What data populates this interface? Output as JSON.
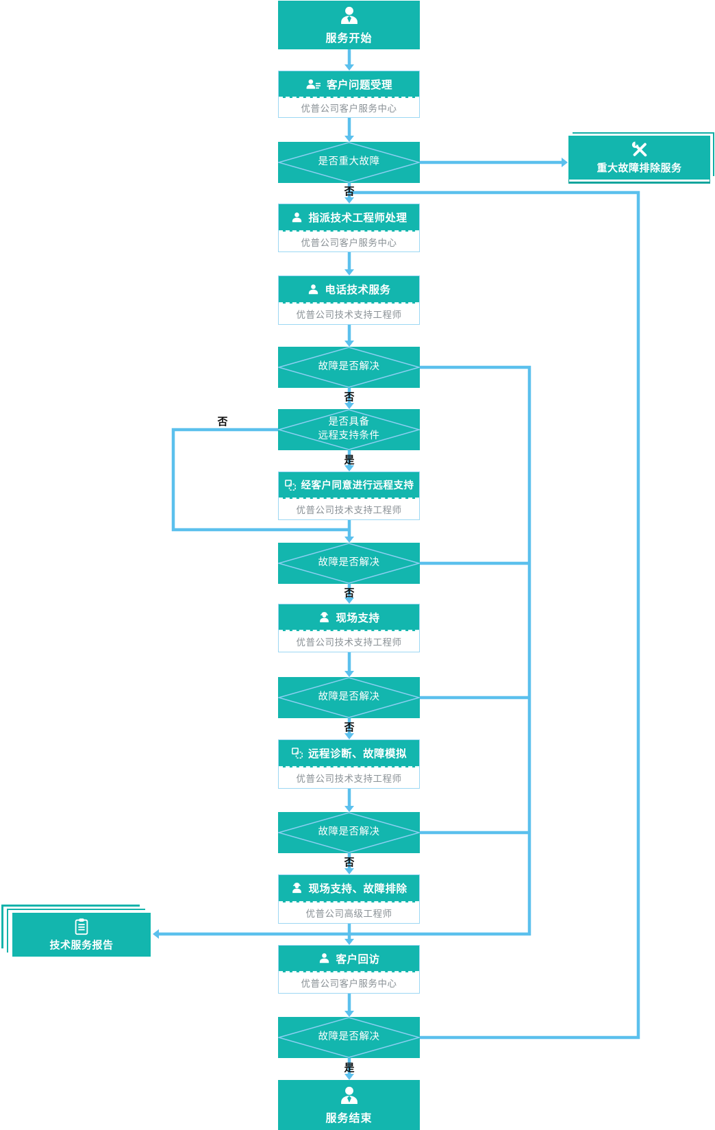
{
  "colors": {
    "node_teal": "#13b6ae",
    "node_teal_dark": "#0aa49c",
    "connector_blue": "#5bc0ed",
    "diamond_outline": "#8ccff2",
    "sub_text_gray": "#8a9196",
    "edge_label_dark": "#111111"
  },
  "edge_labels": {
    "no": "否",
    "yes": "是"
  },
  "nodes": {
    "start": {
      "label": "服务开始",
      "icon": "person-icon"
    },
    "intake": {
      "title": "客户问题受理",
      "subtitle": "优普公司客户服务中心",
      "icon": "person-list-icon"
    },
    "major_fault": {
      "label": "是否重大故障"
    },
    "major_service": {
      "label": "重大故障排除服务",
      "icon": "tools-icon"
    },
    "assign": {
      "title": "指派技术工程师处理",
      "subtitle": "优普公司客户服务中心",
      "icon": "person-icon"
    },
    "phone": {
      "title": "电话技术服务",
      "subtitle": "优普公司技术支持工程师",
      "icon": "person-icon"
    },
    "solved1": {
      "label": "故障是否解决"
    },
    "remote_cond": {
      "line1": "是否具备",
      "line2": "远程支持条件"
    },
    "remote_support": {
      "title": "经客户同意进行远程支持",
      "subtitle": "优普公司技术支持工程师",
      "icon": "remote-desktop-icon"
    },
    "solved2": {
      "label": "故障是否解决"
    },
    "onsite": {
      "title": "现场支持",
      "subtitle": "优普公司技术支持工程师",
      "icon": "worker-icon"
    },
    "solved3": {
      "label": "故障是否解决"
    },
    "remote_diag": {
      "title": "远程诊断、故障模拟",
      "subtitle": "优普公司技术支持工程师",
      "icon": "remote-desktop-icon"
    },
    "solved4": {
      "label": "故障是否解决"
    },
    "onsite_resolve": {
      "title": "现场支持、故障排除",
      "subtitle": "优普公司高级工程师",
      "icon": "worker-icon"
    },
    "report": {
      "label": "技术服务报告",
      "icon": "clipboard-icon"
    },
    "followup": {
      "title": "客户回访",
      "subtitle": "优普公司客户服务中心",
      "icon": "person-icon"
    },
    "solved5": {
      "label": "故障是否解决"
    },
    "end": {
      "label": "服务结束",
      "icon": "person-icon"
    }
  }
}
